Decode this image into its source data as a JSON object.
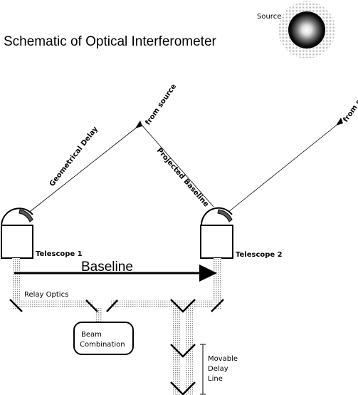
{
  "title": "Schematic of Optical Interferometer",
  "source": {
    "label": "Source"
  },
  "rays": {
    "from_source_left": "from source",
    "from_source_right": "from source"
  },
  "geometrical_delay_label": "Geometrical Delay",
  "projected_baseline_label": "Projected Baseline",
  "telescopes": [
    {
      "name": "Telescope",
      "number": "1"
    },
    {
      "name": "Telescope",
      "number": "2"
    }
  ],
  "baseline_label": "Baseline",
  "relay_optics_label": "Relay Optics",
  "beam_combination": {
    "line1": "Beam",
    "line2": "Combination"
  },
  "delay_line": {
    "line1": "Movable",
    "line2": "Delay",
    "line3": "Line"
  },
  "colors": {
    "ink": "#000000",
    "dots": "#8a8a8a",
    "halo": "#c8c8c8",
    "background": "#ffffff"
  }
}
